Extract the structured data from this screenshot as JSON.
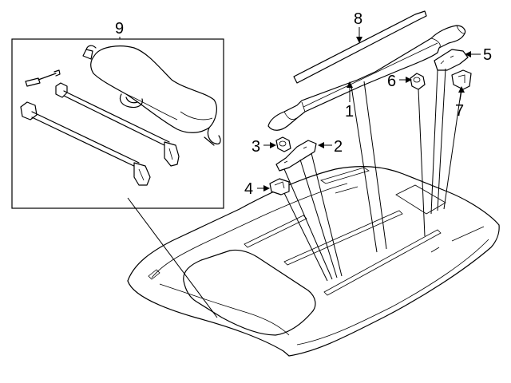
{
  "diagram": {
    "callouts": [
      {
        "id": "1",
        "label": "1",
        "part": "roof-rail"
      },
      {
        "id": "2",
        "label": "2",
        "part": "front-rail-bracket"
      },
      {
        "id": "3",
        "label": "3",
        "part": "front-nut"
      },
      {
        "id": "4",
        "label": "4",
        "part": "front-clip"
      },
      {
        "id": "5",
        "label": "5",
        "part": "rear-rail-bracket"
      },
      {
        "id": "6",
        "label": "6",
        "part": "rear-nut"
      },
      {
        "id": "7",
        "label": "7",
        "part": "rear-clip"
      },
      {
        "id": "8",
        "label": "8",
        "part": "roof-molding"
      },
      {
        "id": "9",
        "label": "9",
        "part": "crossbar-kit"
      }
    ]
  },
  "colors": {
    "line": "#000000",
    "background": "#ffffff"
  }
}
